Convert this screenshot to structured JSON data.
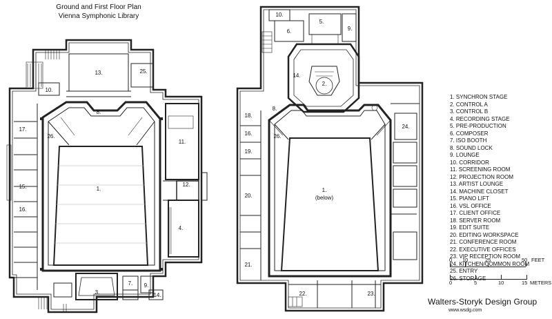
{
  "title": {
    "line1": "Ground and First Floor Plan",
    "line2": "Vienna Symphonic Library"
  },
  "legend": [
    "1. SYNCHRON STAGE",
    "2. CONTROL A",
    "3. CONTROL B",
    "4. RECORDING STAGE",
    "5. PRE-PRODUCTION",
    "6. COMPOSER",
    "7. ISO BOOTH",
    "8. SOUND LOCK",
    "9. LOUNGE",
    "10. CORRIDOR",
    "11. SCREENING ROOM",
    "12. PROJECTION ROOM",
    "13. ARTIST LOUNGE",
    "14. MACHINE CLOSET",
    "15. PIANO LIFT",
    "16. VSL OFFICE",
    "17. CLIENT OFFICE",
    "18. SERVER ROOM",
    "19. EDIT SUITE",
    "20. EDITING WORKSPACE",
    "21. CONFERENCE ROOM",
    "22. EXECUTIVE OFFICES",
    "23. VIP RECEPTION ROOM",
    "24. KITCHEN/COMMON ROOM",
    "25. ENTRY",
    "26. STORAGE"
  ],
  "scale_feet": {
    "ticks": [
      "0",
      "10",
      "25",
      "50"
    ],
    "unit": "FEET"
  },
  "scale_meters": {
    "ticks": [
      "0",
      "5",
      "10",
      "15"
    ],
    "unit": "METERS"
  },
  "firm": "Walters-Storyk Design Group",
  "url": "www.wsdg.com",
  "ground_floor": {
    "rooms": [
      {
        "label": "1."
      },
      {
        "label": "3."
      },
      {
        "label": "4."
      },
      {
        "label": "7."
      },
      {
        "label": "8."
      },
      {
        "label": "9."
      },
      {
        "label": "10."
      },
      {
        "label": "11."
      },
      {
        "label": "12."
      },
      {
        "label": "13."
      },
      {
        "label": "14."
      },
      {
        "label": "15."
      },
      {
        "label": "16."
      },
      {
        "label": "17."
      },
      {
        "label": "25."
      },
      {
        "label": "26."
      }
    ]
  },
  "first_floor": {
    "rooms": [
      {
        "label": "1.",
        "sublabel": "(below)"
      },
      {
        "label": "2."
      },
      {
        "label": "5."
      },
      {
        "label": "6."
      },
      {
        "label": "8."
      },
      {
        "label": "9."
      },
      {
        "label": "10."
      },
      {
        "label": "14."
      },
      {
        "label": "16."
      },
      {
        "label": "18."
      },
      {
        "label": "19."
      },
      {
        "label": "20."
      },
      {
        "label": "21."
      },
      {
        "label": "22."
      },
      {
        "label": "23."
      },
      {
        "label": "24."
      },
      {
        "label": "26."
      }
    ]
  }
}
